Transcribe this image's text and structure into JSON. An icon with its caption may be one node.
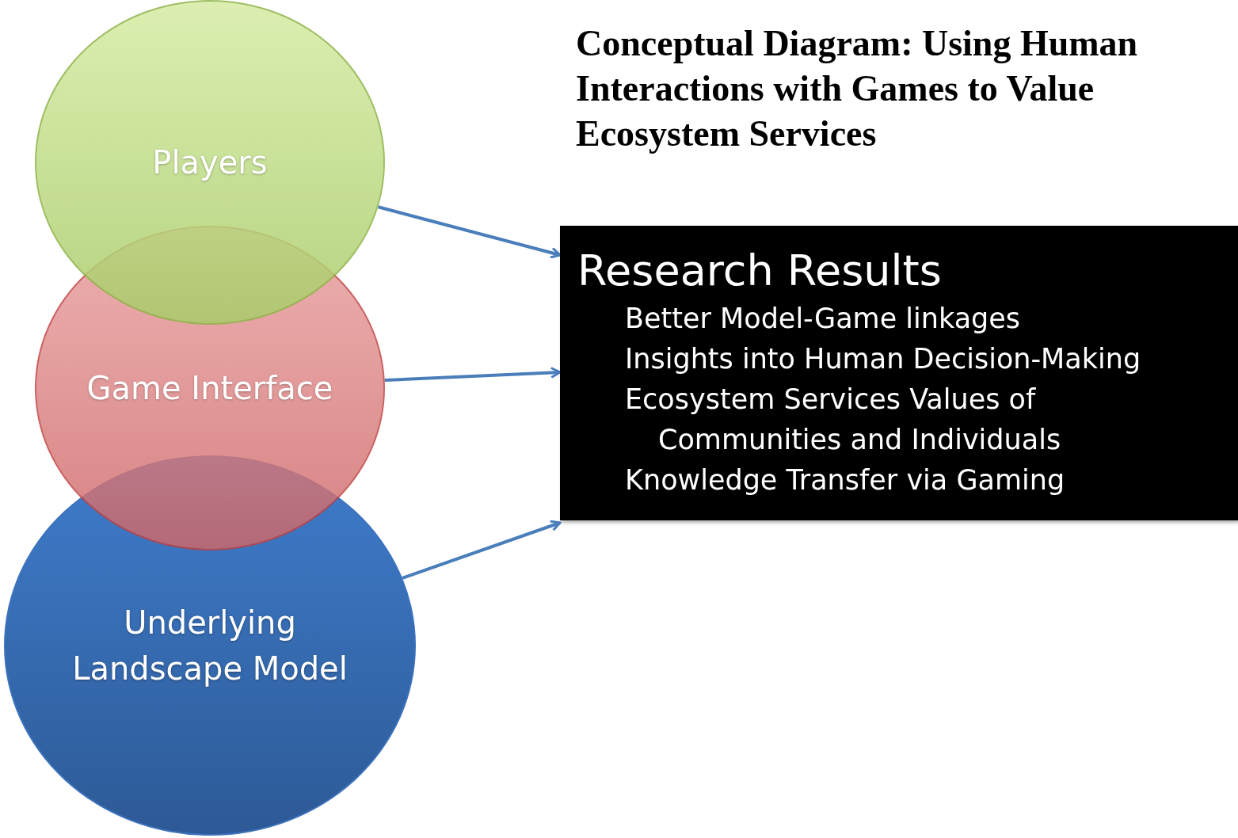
{
  "diagram": {
    "title": "Conceptual Diagram: Using Human Interactions with Games to Value Ecosystem Services",
    "nodes": [
      {
        "text": [
          "Players"
        ]
      },
      {
        "text": [
          "Game Interface"
        ]
      },
      {
        "text": [
          "Underlying Landscape Model"
        ]
      },
      {
        "text": [
          "Research Results",
          "Better Model-Game linkages",
          "Insights into Human Decision-Making",
          "Ecosystem Services Values of Communities and Individuals",
          "Knowledge Transfer via Gaming"
        ]
      }
    ],
    "edges": [
      {
        "from": 0,
        "to": 3,
        "arrow": "to"
      },
      {
        "from": 1,
        "to": 3,
        "arrow": "to"
      },
      {
        "from": 2,
        "to": 3,
        "arrow": "to"
      }
    ]
  }
}
